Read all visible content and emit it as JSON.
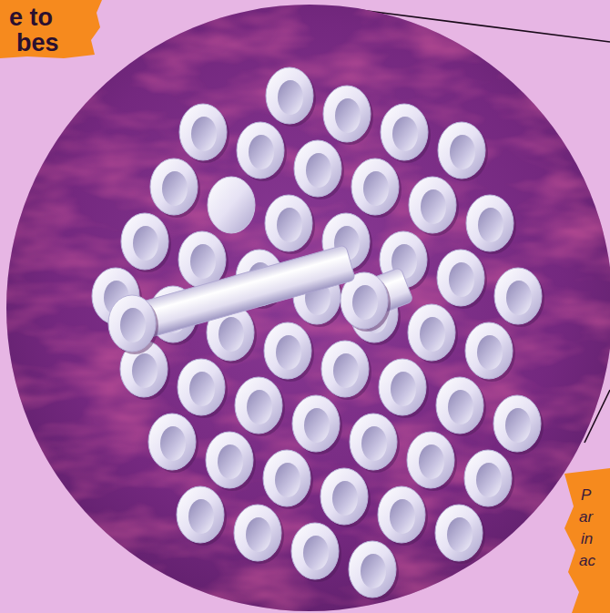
{
  "diagram": {
    "labels": [
      "e to",
      "bes",
      "P",
      "ar",
      "in",
      "ac"
    ]
  }
}
